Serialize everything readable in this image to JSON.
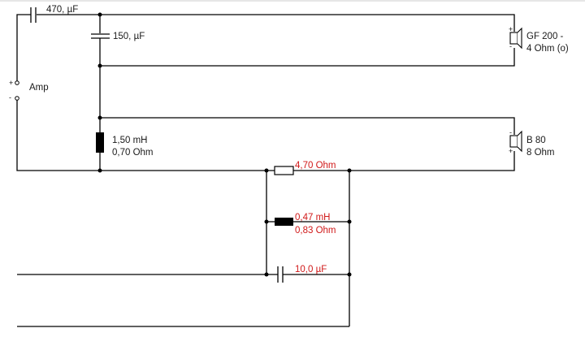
{
  "diagram": {
    "title": "Loudspeaker crossover schematic",
    "colors": {
      "wire": "#000000",
      "label": "#1a1a1a",
      "modified_value": "#d01818"
    },
    "source": {
      "label": "Amp",
      "plus": "+",
      "minus": "-"
    },
    "components": {
      "c_series": {
        "type": "capacitor",
        "value": "470, µF"
      },
      "c_shunt": {
        "type": "capacitor",
        "value": "150, µF"
      },
      "l_shunt": {
        "type": "inductor",
        "value": "1,50 mH",
        "resistance": "0,70 Ohm"
      },
      "r_network": {
        "type": "resistor",
        "value": "4,70 Ohm"
      },
      "l_network": {
        "type": "inductor",
        "value": "0,47 mH",
        "resistance": "0,83 Ohm"
      },
      "c_network": {
        "type": "capacitor",
        "value": "10,0 µF"
      }
    },
    "speakers": [
      {
        "name": "GF 200 -",
        "impedance": "4 Ohm (o)",
        "top_sign": "+",
        "bottom_sign": "-"
      },
      {
        "name": "B 80",
        "impedance": "8 Ohm",
        "top_sign": "-",
        "bottom_sign": "+"
      }
    ]
  }
}
